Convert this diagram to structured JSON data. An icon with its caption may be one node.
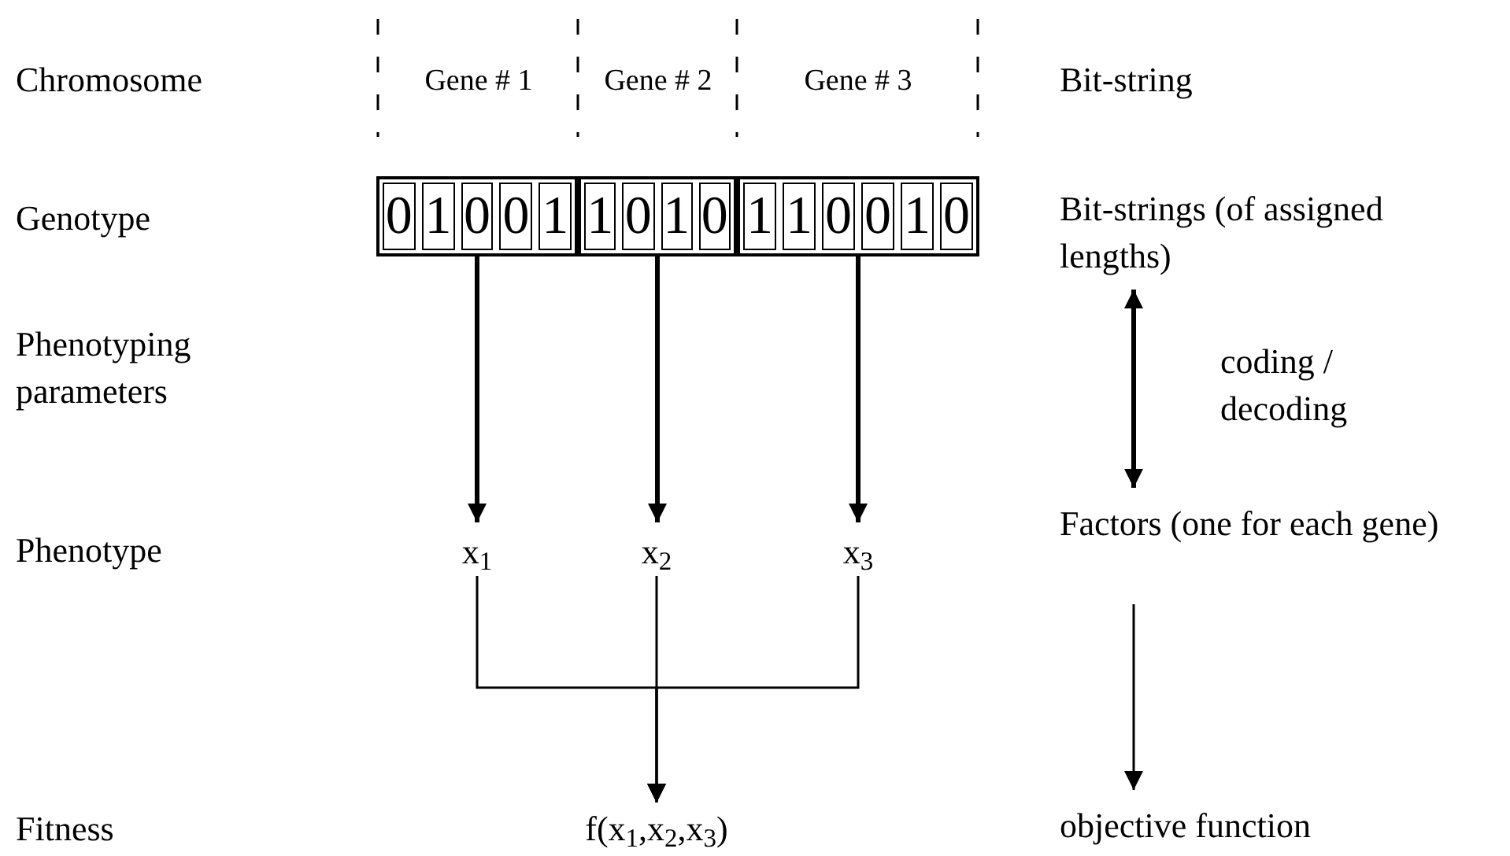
{
  "diagram": {
    "nodes": [
      {
        "text": [],
        "shape": "box"
      },
      {
        "text": [],
        "shape": "box"
      },
      {
        "text": [],
        "shape": "box"
      },
      {
        "text": [
          "0"
        ],
        "in": 0
      },
      {
        "text": [
          "1"
        ],
        "in": 0
      },
      {
        "text": [
          "0"
        ],
        "in": 0
      },
      {
        "text": [
          "0"
        ],
        "in": 0
      },
      {
        "text": [
          "1"
        ],
        "in": 0
      },
      {
        "text": [
          "1"
        ],
        "in": 1
      },
      {
        "text": [
          "0"
        ],
        "in": 1
      },
      {
        "text": [
          "1"
        ],
        "in": 1
      },
      {
        "text": [
          "0"
        ],
        "in": 1
      },
      {
        "text": [
          "1"
        ],
        "in": 2
      },
      {
        "text": [
          "1"
        ],
        "in": 2
      },
      {
        "text": [
          "0"
        ],
        "in": 2
      },
      {
        "text": [
          "0"
        ],
        "in": 2
      },
      {
        "text": [
          "1"
        ],
        "in": 2
      },
      {
        "text": [
          "0"
        ],
        "in": 2
      },
      {
        "text": [
          "x$_{1}$"
        ]
      },
      {
        "text": [
          "x$_{2}$"
        ]
      },
      {
        "text": [
          "x$_{3}$"
        ]
      },
      {
        "text": [
          "f(x$_{1}$,x$_{2}$,x$_{3}$)"
        ]
      },
      {
        "text": [
          "Bit-strings (of assigned lengths)"
        ]
      },
      {
        "text": [
          "Factors (one for each gene)"
        ]
      },
      {
        "text": [
          "objective function"
        ]
      }
    ],
    "edges": [
      {
        "from": 0,
        "to": 18,
        "arrow": "to",
        "style": "thick"
      },
      {
        "from": 1,
        "to": 19,
        "arrow": "to",
        "style": "thick"
      },
      {
        "from": 2,
        "to": 20,
        "arrow": "to",
        "style": "thick"
      },
      {
        "from": 18,
        "to": 21,
        "arrow": "to"
      },
      {
        "from": 19,
        "to": 21,
        "arrow": "to"
      },
      {
        "from": 20,
        "to": 21,
        "arrow": "to"
      },
      {
        "from": 22,
        "to": 23,
        "arrow": "both",
        "style": "thick",
        "label": "coding / decoding"
      },
      {
        "from": 23,
        "to": 24,
        "arrow": "to"
      }
    ],
    "labels": [
      "Chromosome",
      "Gene # 1",
      "Gene # 2",
      "Gene # 3",
      "Bit-string",
      "Genotype",
      "Phenotyping parameters",
      "Phenotype",
      "Fitness"
    ]
  }
}
